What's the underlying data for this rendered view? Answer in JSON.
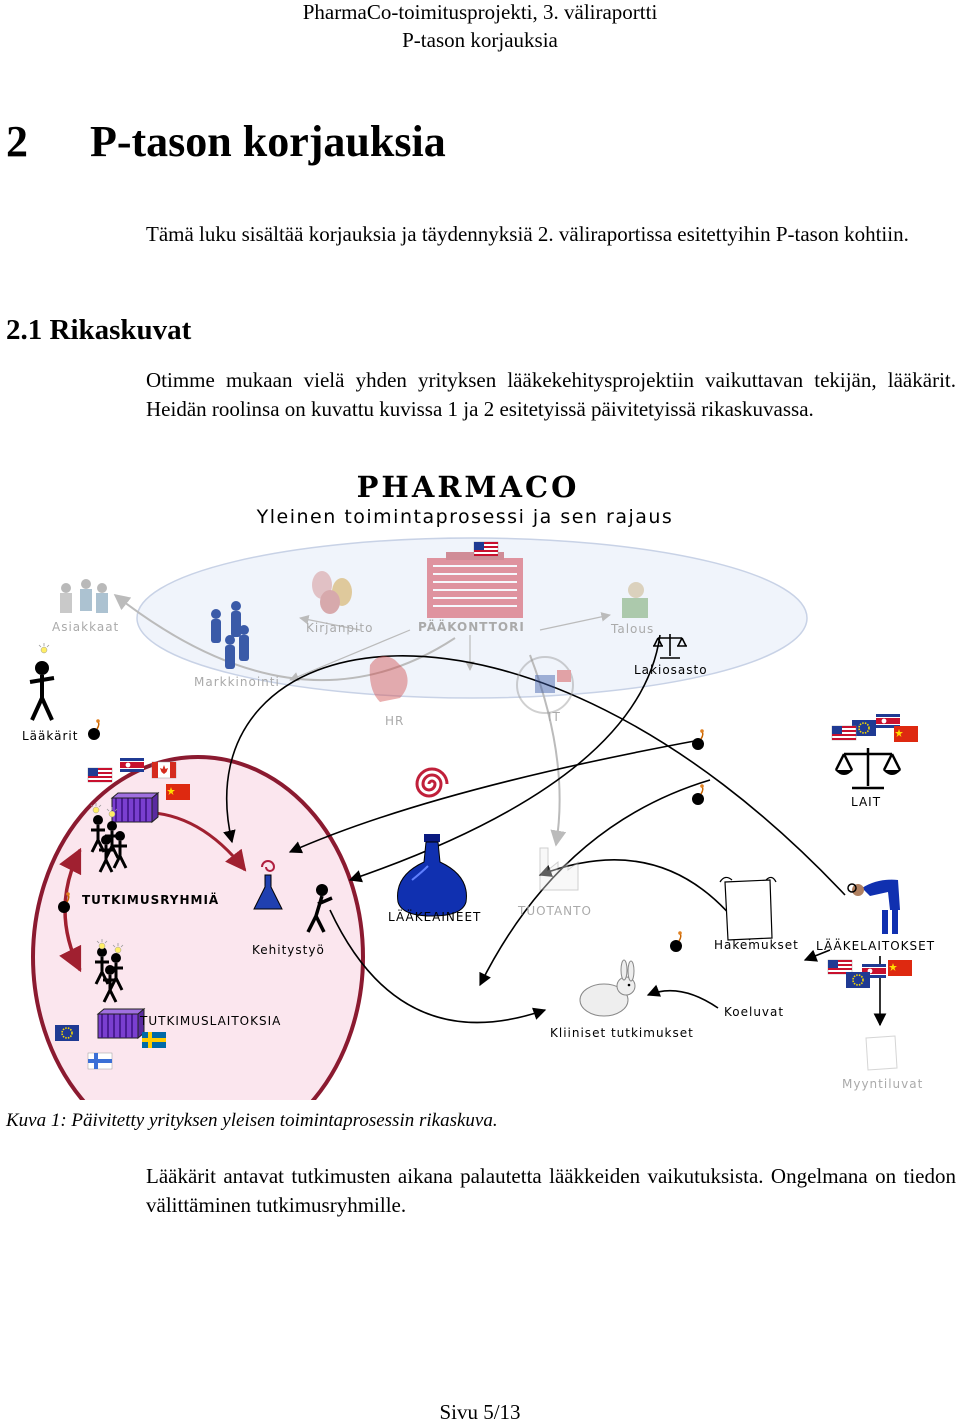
{
  "header": {
    "line1": "PharmaCo-toimitusprojekti, 3. väliraportti",
    "line2": "P-tason korjauksia"
  },
  "section": {
    "number": "2",
    "title": "P-tason korjauksia"
  },
  "intro": "Tämä luku sisältää korjauksia ja täydennyksiä 2. väliraportissa esitettyihin P-tason kohtiin.",
  "subsection": {
    "title": "2.1 Rikaskuvat"
  },
  "paragraph1": "Otimme mukaan vielä yhden yrityksen lääkekehitysprojektiin vaikuttavan tekijän, lääkärit. Heidän roolinsa on kuvattu kuvissa 1 ja 2 esitetyissä päivitetyissä rikaskuvassa.",
  "figure": {
    "title": "PHARMACO",
    "subtitle": "Yleinen toimintaprosessi ja sen rajaus",
    "labels": {
      "asiakkaat": "Asiakkaat",
      "kirjanpito": "Kirjanpito",
      "paakonttori": "PÄÄKONTTORI",
      "talous": "Talous",
      "markkinointi": "Markkinointi",
      "lakiosasto": "Lakiosasto",
      "hr": "HR",
      "it": "IT",
      "laakarit": "Lääkärit",
      "lait": "LAIT",
      "tutkimusryhmia": "TUTKIMUSRYHMIÄ",
      "laakeaineet": "LÄÄKEAINEET",
      "tuotanto": "TUOTANTO",
      "kehitystyo": "Kehitystyö",
      "hakemukset": "Hakemukset",
      "laakelaitokset": "LÄÄKELAITOKSET",
      "tutkimuslaitoksia": "TUTKIMUSLAITOKSIA",
      "kliiniset": "Kliiniset tutkimukset",
      "koeluvat": "Koeluvat",
      "myyntiluvat": "Myyntiluvat"
    }
  },
  "caption": "Kuva 1: Päivitetty yrityksen yleisen toimintaprosessin rikaskuva.",
  "paragraph2": "Lääkärit antavat tutkimusten aikana palautetta lääkkeiden vaikutuksista. Ongelmana on tiedon välittäminen tutkimusryhmille.",
  "footer": "Sivu 5/13"
}
